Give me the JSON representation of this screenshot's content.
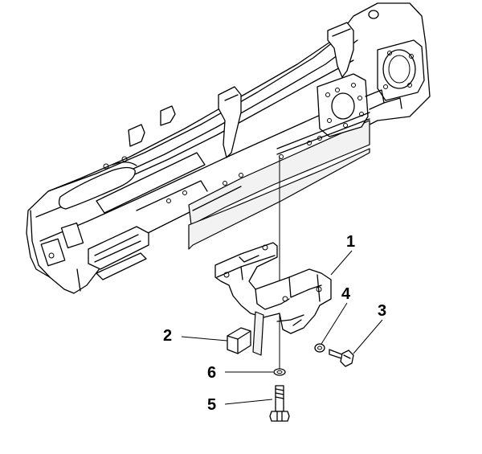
{
  "diagram": {
    "callouts": [
      {
        "id": "1",
        "text": "1"
      },
      {
        "id": "2",
        "text": "2"
      },
      {
        "id": "3",
        "text": "3"
      },
      {
        "id": "4",
        "text": "4"
      },
      {
        "id": "5",
        "text": "5"
      },
      {
        "id": "6",
        "text": "6"
      }
    ],
    "parts": [
      {
        "callout": "1",
        "icon": "mounting-bracket-icon"
      },
      {
        "callout": "2",
        "icon": "spacer-block-icon"
      },
      {
        "callout": "3",
        "icon": "bolt-icon"
      },
      {
        "callout": "4",
        "icon": "washer-icon"
      },
      {
        "callout": "5",
        "icon": "long-bolt-icon"
      },
      {
        "callout": "6",
        "icon": "washer-icon"
      }
    ],
    "colors": {
      "line": "#000000",
      "background": "#ffffff"
    }
  }
}
